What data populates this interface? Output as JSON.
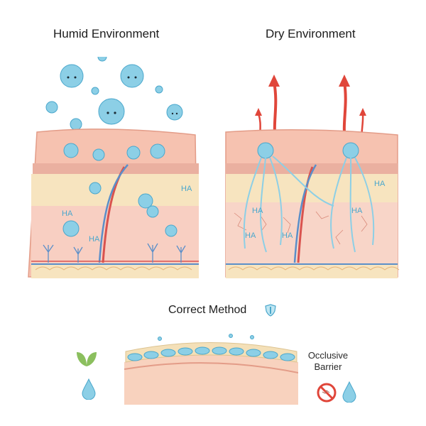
{
  "panels": {
    "humid": {
      "title": "Humid Environment",
      "labels": [
        "HA",
        "HA",
        "HA"
      ]
    },
    "dry": {
      "title": "Dry Environment",
      "labels": [
        "HA",
        "HA",
        "HA",
        "HA",
        "HA"
      ]
    },
    "correct": {
      "title": "Correct Method",
      "side_label_line1": "Occlusive",
      "side_label_line2": "Barrier"
    }
  },
  "colors": {
    "skin_top": "#f6c2b0",
    "skin_mid": "#f8d9c3",
    "fat": "#f7e4bf",
    "water": "#8ccfe6",
    "water_dark": "#4aa7cc",
    "artery": "#d9534f",
    "vein": "#5b8fc9",
    "arrow": "#e0463a",
    "leaf": "#8bbf5e"
  },
  "icons": {
    "shield": "shield-icon",
    "leaf": "leaf-icon",
    "drop": "water-drop-icon",
    "no_crack": "no-cracks-icon"
  }
}
